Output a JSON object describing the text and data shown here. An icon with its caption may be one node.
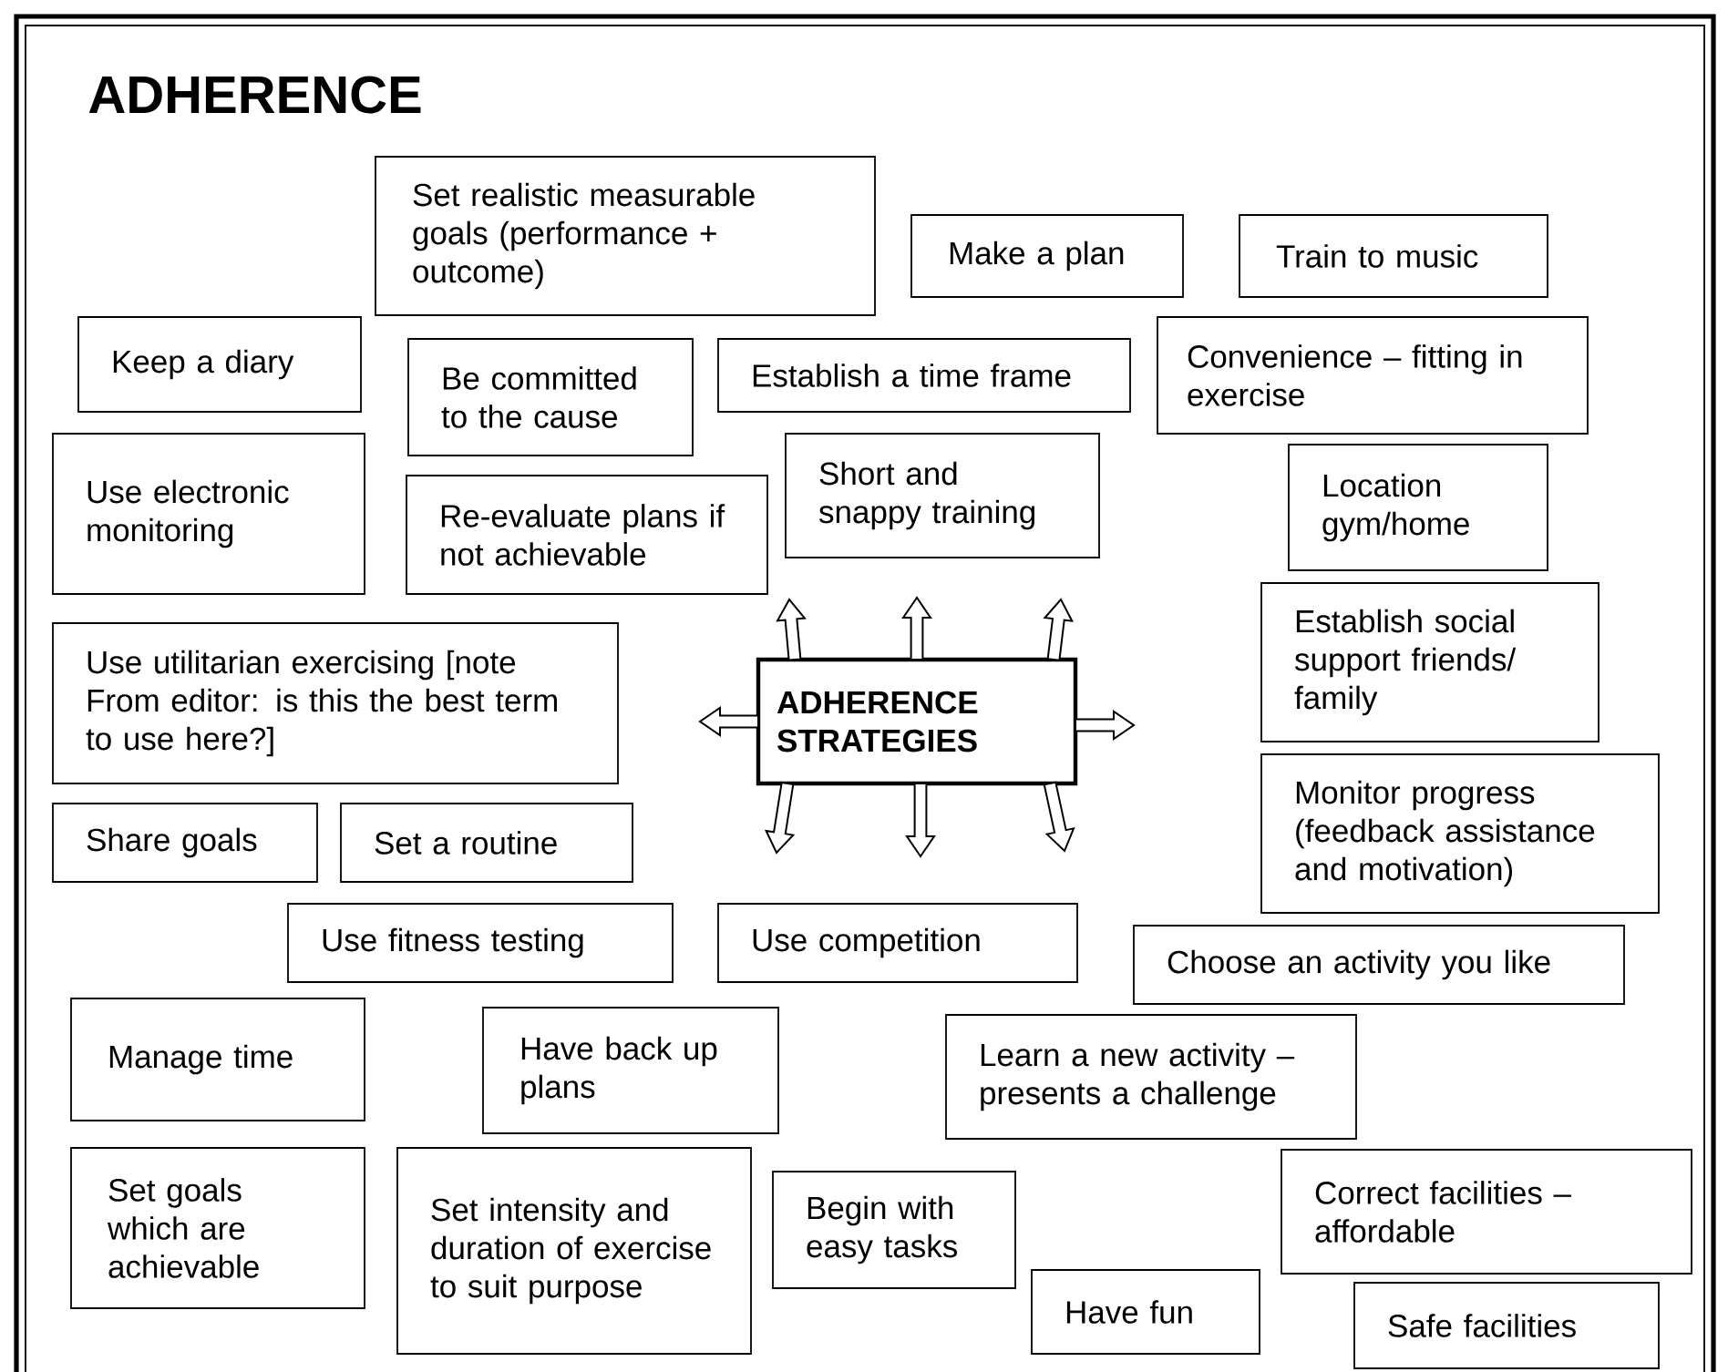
{
  "diagram": {
    "title": "ADHERENCE",
    "nodes": [
      {
        "text": [
          "Set realistic measurable goals (performance + outcome)"
        ]
      },
      {
        "text": [
          "Make a plan"
        ]
      },
      {
        "text": [
          "Train to music"
        ]
      },
      {
        "text": [
          "Keep a diary"
        ]
      },
      {
        "text": [
          "Be committed to the cause"
        ]
      },
      {
        "text": [
          "Establish a time frame"
        ]
      },
      {
        "text": [
          "Convenience – fitting in exercise"
        ]
      },
      {
        "text": [
          "Use electronic monitoring"
        ]
      },
      {
        "text": [
          "Re-evaluate plans if not achievable"
        ]
      },
      {
        "text": [
          "Short and snappy training"
        ]
      },
      {
        "text": [
          "Location gym/home"
        ]
      },
      {
        "text": [
          "Establish social support friends/ family"
        ]
      },
      {
        "text": [
          "Use utilitarian exercising [note From editor: is this the best term to use here?]"
        ]
      },
      {
        "text": [
          "ADHERENCE STRATEGIES"
        ]
      },
      {
        "text": [
          "Monitor progress (feedback assistance and motivation)"
        ]
      },
      {
        "text": [
          "Share goals"
        ]
      },
      {
        "text": [
          "Set a routine"
        ]
      },
      {
        "text": [
          "Use fitness testing"
        ]
      },
      {
        "text": [
          "Use competition"
        ]
      },
      {
        "text": [
          "Choose an activity you like"
        ]
      },
      {
        "text": [
          "Manage time"
        ]
      },
      {
        "text": [
          "Have back up plans"
        ]
      },
      {
        "text": [
          "Learn a new activity – presents a challenge"
        ]
      },
      {
        "text": [
          "Set goals which are achievable"
        ]
      },
      {
        "text": [
          "Set intensity and duration of exercise to suit purpose"
        ]
      },
      {
        "text": [
          "Begin with easy tasks"
        ]
      },
      {
        "text": [
          "Correct facilities – affordable"
        ]
      },
      {
        "text": [
          "Have fun"
        ]
      },
      {
        "text": [
          "Safe facilities"
        ]
      }
    ],
    "edges": [
      {
        "from": 13,
        "to": null,
        "arrow": "to"
      },
      {
        "from": 13,
        "to": null,
        "arrow": "to"
      },
      {
        "from": 13,
        "to": null,
        "arrow": "to"
      },
      {
        "from": 13,
        "to": null,
        "arrow": "to"
      },
      {
        "from": 13,
        "to": null,
        "arrow": "to"
      },
      {
        "from": 13,
        "to": null,
        "arrow": "to"
      },
      {
        "from": 13,
        "to": null,
        "arrow": "to"
      },
      {
        "from": 13,
        "to": null,
        "arrow": "to"
      }
    ]
  }
}
